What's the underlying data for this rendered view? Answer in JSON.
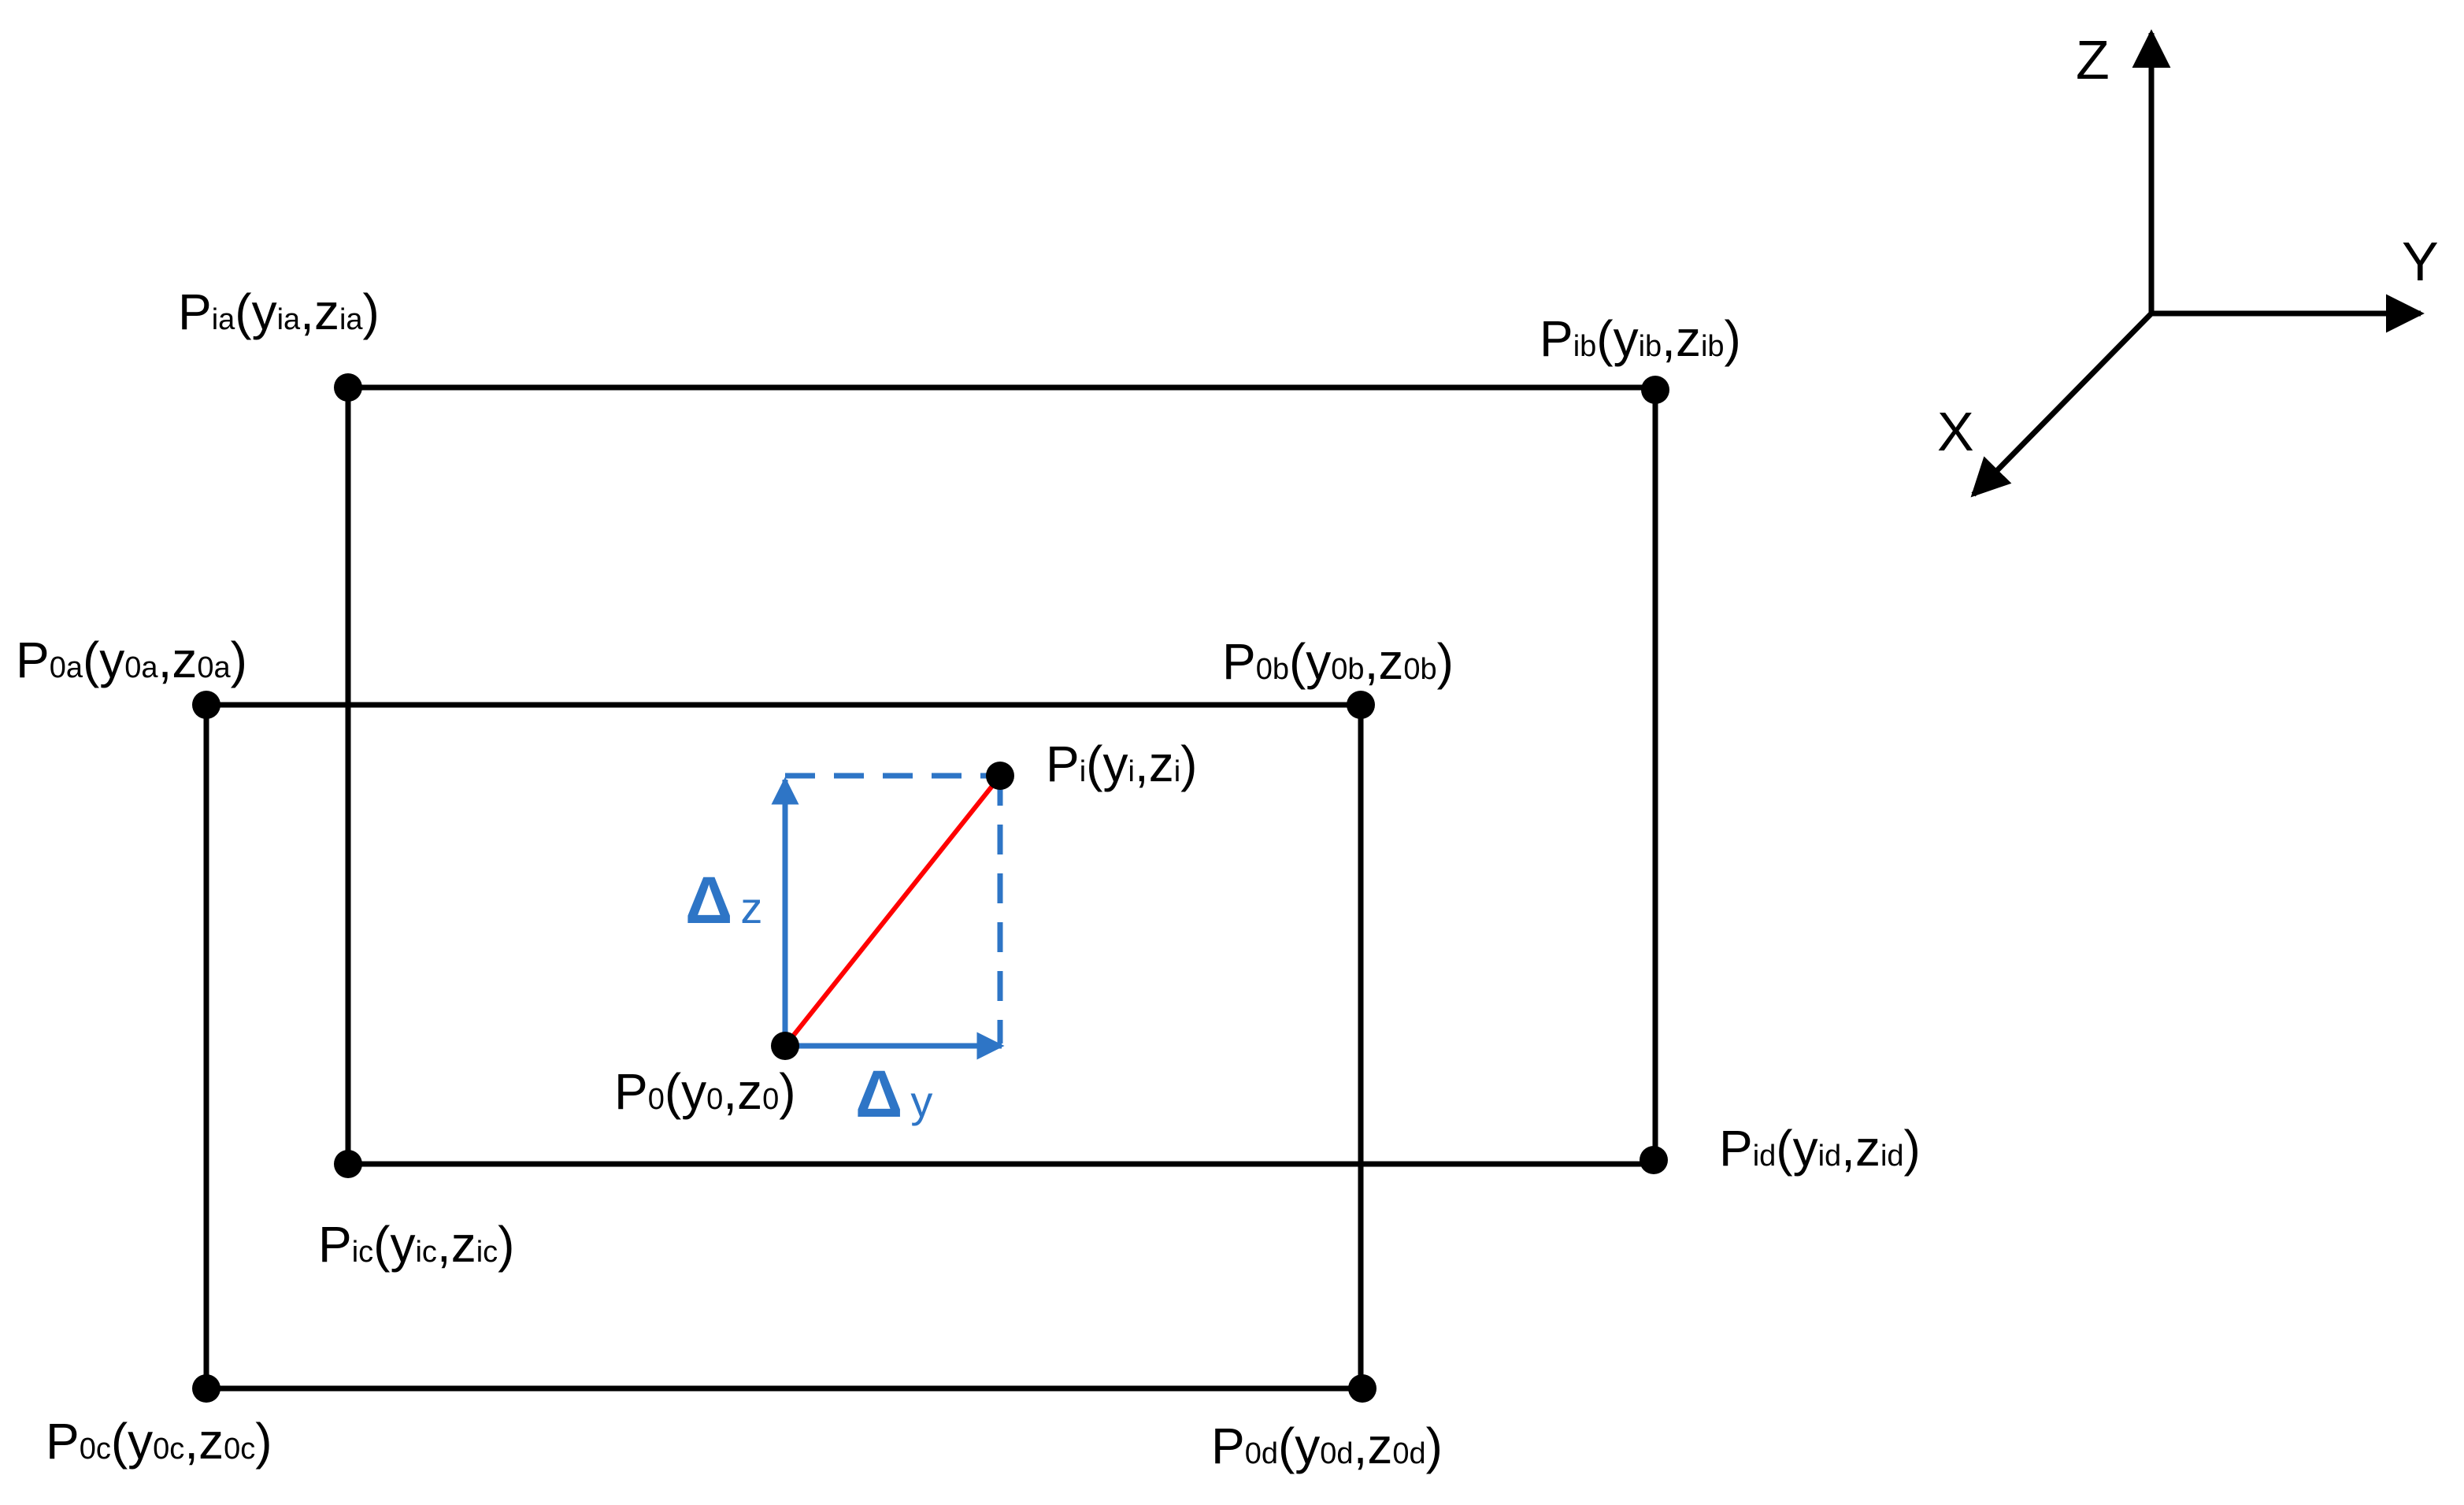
{
  "colors": {
    "line": "#000000",
    "displacement": "#ff0000",
    "component": "#2e75c6",
    "background": "#ffffff"
  },
  "axes": {
    "z_label": "Z",
    "y_label": "Y",
    "x_label": "X"
  },
  "points": {
    "ia": {
      "p": "P",
      "sub": "ia",
      "y": "y",
      "ysub": "ia",
      "z": "z",
      "zsub": "ia"
    },
    "ib": {
      "p": "P",
      "sub": "ib",
      "y": "y",
      "ysub": "ib",
      "z": "z",
      "zsub": "ib"
    },
    "ic": {
      "p": "P",
      "sub": "ic",
      "y": "y",
      "ysub": "ic",
      "z": "z",
      "zsub": "ic"
    },
    "id": {
      "p": "P",
      "sub": "id",
      "y": "y",
      "ysub": "id",
      "z": "z",
      "zsub": "id"
    },
    "0a": {
      "p": "P",
      "sub": "0a",
      "y": "y",
      "ysub": "0a",
      "z": "z",
      "zsub": "0a"
    },
    "0b": {
      "p": "P",
      "sub": "0b",
      "y": "y",
      "ysub": "0b",
      "z": "z",
      "zsub": "0b"
    },
    "0c": {
      "p": "P",
      "sub": "0c",
      "y": "y",
      "ysub": "0c",
      "z": "z",
      "zsub": "0c"
    },
    "0d": {
      "p": "P",
      "sub": "0d",
      "y": "y",
      "ysub": "0d",
      "z": "z",
      "zsub": "0d"
    },
    "i": {
      "p": "P",
      "sub": "i",
      "y": "y",
      "ysub": "i",
      "z": "z",
      "zsub": "i"
    },
    "0": {
      "p": "P",
      "sub": "0",
      "y": "y",
      "ysub": "0",
      "z": "z",
      "zsub": "0"
    }
  },
  "deltas": {
    "dz": {
      "symbol": "Δ",
      "var": "z"
    },
    "dy": {
      "symbol": "Δ",
      "var": "y"
    }
  }
}
